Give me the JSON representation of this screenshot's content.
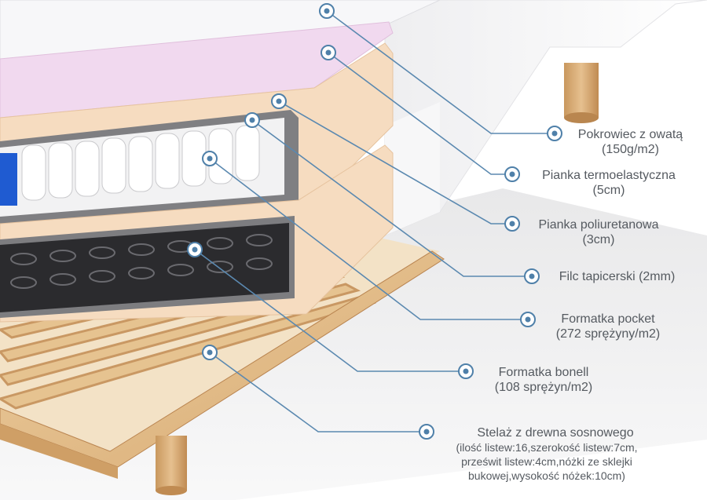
{
  "colors": {
    "leader": "#5b89b0",
    "marker_ring": "#4f80a9",
    "label_text": "#555a60",
    "cover": "#f4f3f5",
    "pink_foam": "#f1d9ef",
    "beige_foam": "#f6dcc0",
    "felt": "#8e8e8e",
    "wood": "#e4bf8f"
  },
  "callouts": [
    {
      "name": "Pokrowiec z owatą",
      "detail": "(150g/m2)"
    },
    {
      "name": "Pianka termoelastyczna",
      "detail": "(5cm)"
    },
    {
      "name": "Pianka poliuretanowa",
      "detail": "(3cm)"
    },
    {
      "name": "Filc tapicerski (2mm)",
      "detail": ""
    },
    {
      "name": "Formatka pocket",
      "detail": "(272 sprężyny/m2)"
    },
    {
      "name": "Formatka bonell",
      "detail": "(108 sprężyn/m2)"
    },
    {
      "name": "Stelaż z drewna sosnowego",
      "detail_lines": [
        "(ilość listew:16,szerokość listew:7cm,",
        "prześwit listew:4cm,nóżki ze sklejki",
        "bukowej,wysokość nóżek:10cm)"
      ]
    }
  ]
}
